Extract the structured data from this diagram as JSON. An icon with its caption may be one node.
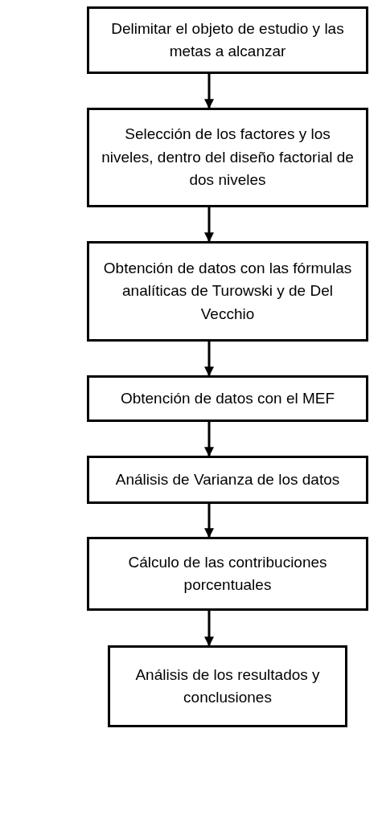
{
  "diagram": {
    "nodes": [
      {
        "text": [
          "Delimitar el objeto de estudio y las metas a alcanzar"
        ]
      },
      {
        "text": [
          "Selección de los factores y los niveles, dentro del diseño factorial de dos niveles"
        ]
      },
      {
        "text": [
          "Obtención de datos con las fórmulas analíticas de Turowski y de Del Vecchio"
        ]
      },
      {
        "text": [
          "Obtención de datos con el MEF"
        ]
      },
      {
        "text": [
          "Análisis de Varianza de los datos"
        ]
      },
      {
        "text": [
          "Cálculo de las contribuciones porcentuales"
        ]
      },
      {
        "text": [
          "Análisis de los resultados y conclusiones"
        ]
      }
    ],
    "edges": [
      {
        "from": 0,
        "to": 1,
        "arrow": "to"
      },
      {
        "from": 1,
        "to": 2,
        "arrow": "to"
      },
      {
        "from": 2,
        "to": 3,
        "arrow": "to"
      },
      {
        "from": 3,
        "to": 4,
        "arrow": "to"
      },
      {
        "from": 4,
        "to": 5,
        "arrow": "to"
      },
      {
        "from": 5,
        "to": 6,
        "arrow": "to"
      }
    ]
  }
}
